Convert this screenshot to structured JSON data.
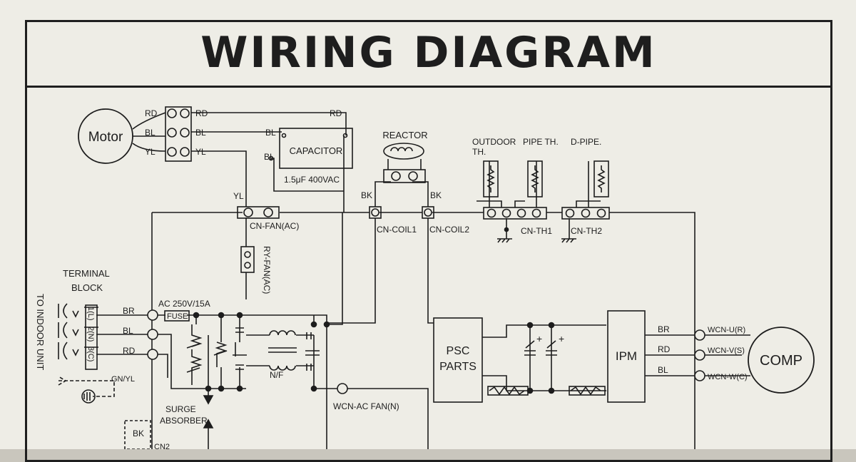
{
  "title": "WIRING DIAGRAM",
  "motor": "Motor",
  "motor_wires": [
    "RD",
    "BL",
    "YL"
  ],
  "capacitor": {
    "label": "CAPACITOR",
    "rating": "1.5μF 400VAC",
    "wire_rd": "RD",
    "wire_bl1": "BL",
    "wire_bl2": "BL"
  },
  "reactor": {
    "label": "REACTOR",
    "bk_left": "BK",
    "bk_right": "BK"
  },
  "thermistors": {
    "outdoor": "OUTDOOR",
    "outdoor_th": "TH.",
    "pipe": "PIPE TH.",
    "dpipe": "D-PIPE."
  },
  "connectors": {
    "cn_fan": "CN-FAN(AC)",
    "yl": "YL",
    "cn_coil1": "CN-COIL1",
    "cn_coil2": "CN-COIL2",
    "cn_th1": "CN-TH1",
    "cn_th2": "CN-TH2",
    "ry_fan": "RY-FAN(AC)",
    "wcn_ac_fan": "WCN-AC FAN(N)"
  },
  "terminal_block": {
    "line1": "TERMINAL",
    "line2": "BLOCK",
    "side": "TO INDOOR UNIT",
    "pins": [
      "1(L)",
      "2(N)",
      "3(C)"
    ]
  },
  "power": {
    "rating": "AC 250V/15A",
    "fuse": "FUSE",
    "wires": [
      "BR",
      "BL",
      "RD"
    ],
    "ground": "GN/YL",
    "bk": "BK",
    "cn2": "CN2"
  },
  "surge": {
    "line1": "SURGE",
    "line2": "ABSORBER"
  },
  "filter": "N/F",
  "psc": {
    "line1": "PSC",
    "line2": "PARTS"
  },
  "ipm": "IPM",
  "comp": {
    "label": "COMP",
    "wires": [
      "BR",
      "RD",
      "BL"
    ],
    "wcn": [
      "WCN-U(R)",
      "WCN-V(S)",
      "WCN-W(C)"
    ]
  }
}
